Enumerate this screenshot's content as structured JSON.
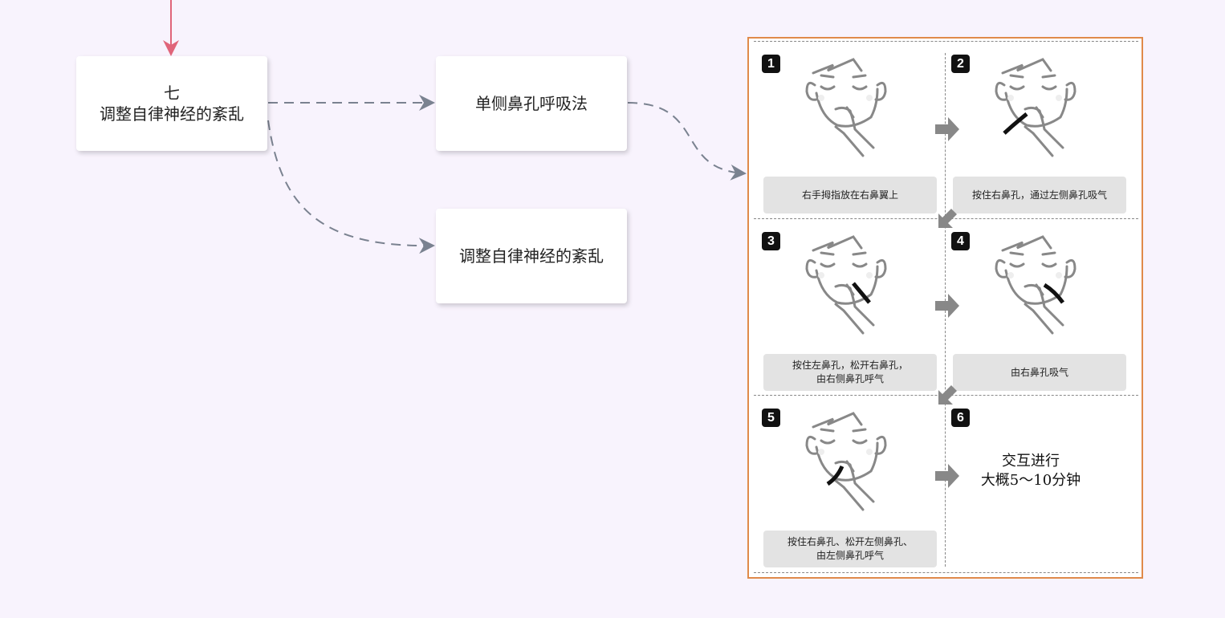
{
  "mindmap": {
    "root": {
      "number": "七",
      "title": "调整自律神经的紊乱"
    },
    "children": [
      "单侧鼻孔呼吸法",
      "调整自律神经的紊乱"
    ]
  },
  "colors": {
    "background": "#f8f3fd",
    "panel_border": "#e08a4a",
    "connector": "#7a8290",
    "incoming": "#e0657a"
  },
  "illustration": {
    "steps": [
      {
        "number": "1",
        "caption": "右手拇指放在右鼻翼上"
      },
      {
        "number": "2",
        "caption": "按住右鼻孔，通过左侧鼻孔吸气"
      },
      {
        "number": "3",
        "caption": "按住左鼻孔，松开右鼻孔，\n由右侧鼻孔呼气"
      },
      {
        "number": "4",
        "caption": "由右鼻孔吸气"
      },
      {
        "number": "5",
        "caption": "按住右鼻孔、松开左侧鼻孔、\n由左侧鼻孔呼气"
      },
      {
        "number": "6",
        "text": "交互进行\n大概5～10分钟"
      }
    ]
  }
}
